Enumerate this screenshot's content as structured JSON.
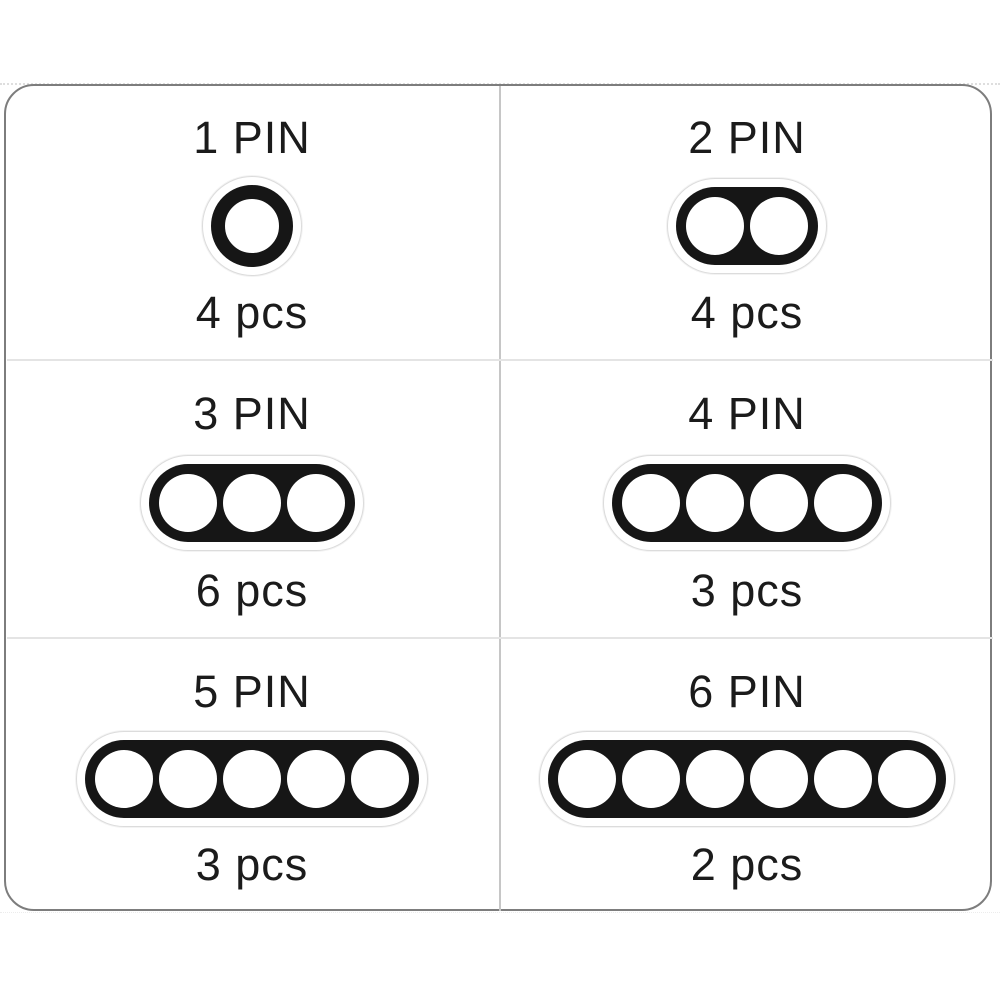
{
  "product_panel": {
    "description_labels": {
      "pin_word": "PIN",
      "pcs_word": "pcs"
    },
    "cells": [
      {
        "pin_label": "1 PIN",
        "pins": 1,
        "qty_label": "4 pcs"
      },
      {
        "pin_label": "2 PIN",
        "pins": 2,
        "qty_label": "4 pcs"
      },
      {
        "pin_label": "3 PIN",
        "pins": 3,
        "qty_label": "6 pcs"
      },
      {
        "pin_label": "4 PIN",
        "pins": 4,
        "qty_label": "3 pcs"
      },
      {
        "pin_label": "5 PIN",
        "pins": 5,
        "qty_label": "3 pcs"
      },
      {
        "pin_label": "6 PIN",
        "pins": 6,
        "qty_label": "2 pcs"
      }
    ],
    "colors": {
      "background": "#ffffff",
      "connector_body": "#161616",
      "hole": "#ffffff",
      "cut_line": "#dcdcdc",
      "panel_border": "#7d7d7d",
      "divider_vertical": "#c6c6c6",
      "divider_horizontal": "#e4e4e4",
      "text": "#1b1b1b"
    }
  }
}
